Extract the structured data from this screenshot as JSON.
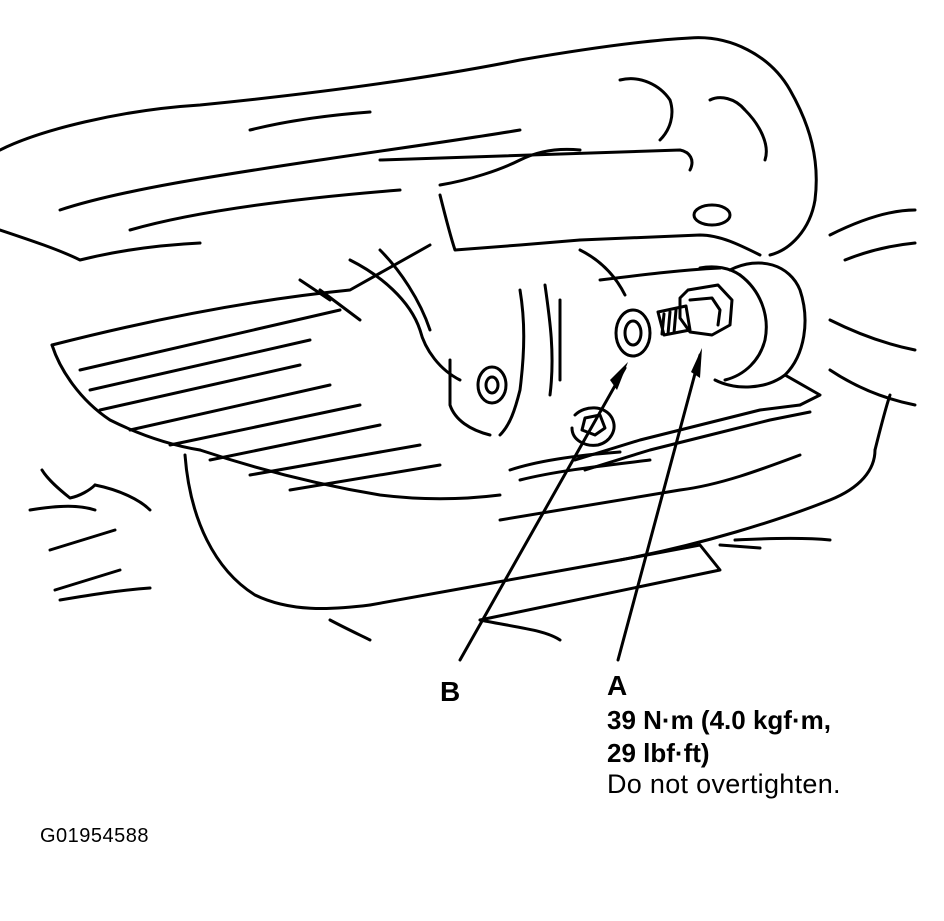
{
  "callouts": {
    "a": {
      "letter": "A",
      "torque_line1": "39 N·m (4.0 kgf·m,",
      "torque_line2": "29 lbf·ft)",
      "note": "Do not overtighten."
    },
    "b": {
      "letter": "B"
    }
  },
  "figure_id": "G01954588",
  "colors": {
    "line": "#000000",
    "background": "#ffffff"
  }
}
